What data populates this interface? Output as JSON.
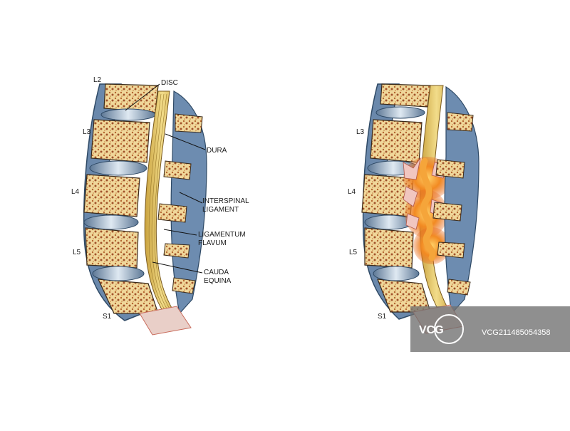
{
  "left_panel": {
    "level_labels": [
      "L2",
      "L3",
      "L4",
      "L5",
      "S1"
    ],
    "structure_labels": {
      "disc": "DISC",
      "dura": "DURA",
      "interspinal_1": "INTERSPINAL",
      "interspinal_2": "LIGAMENT",
      "flavum_1": "LIGAMENTUM",
      "flavum_2": "FLAVUM",
      "cauda_1": "CAUDA",
      "cauda_2": "EQUINA"
    }
  },
  "right_panel": {
    "level_labels": [
      "L3",
      "L4",
      "L5",
      "S1"
    ]
  },
  "watermark": {
    "logo_text": "VCG",
    "id_text": "VCG211485054358"
  },
  "colors": {
    "bone": "#f0d79a",
    "bone_marrow": "#b4652f",
    "disc": "#8fa9c2",
    "disc_core": "#dfe9f2",
    "ligament_blue": "#5e7ea3",
    "cord_yellow": "#e7c76a",
    "inflammation": "#f08a2a",
    "tissue_red": "#c86a5a"
  }
}
